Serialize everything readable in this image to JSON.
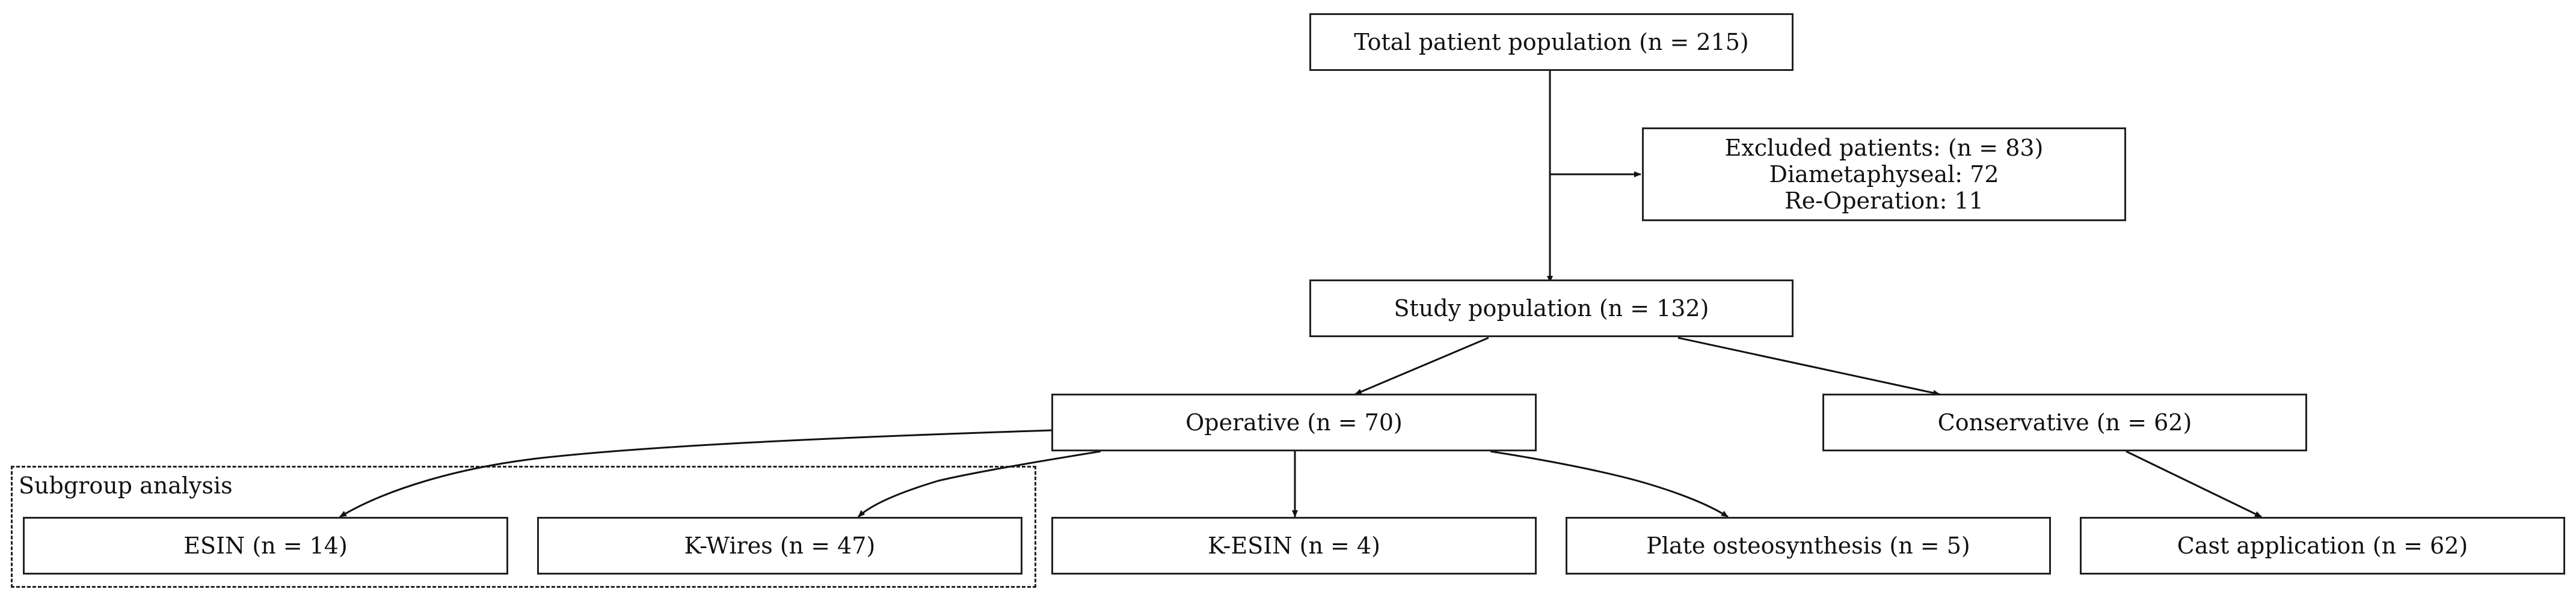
{
  "nodes": {
    "total": {
      "label": "Total patient population (n = 215)"
    },
    "excluded": {
      "lines": [
        "Excluded patients: (n = 83)",
        "Diametaphyseal: 72",
        "Re-Operation: 11"
      ]
    },
    "study": {
      "label": "Study population (n = 132)"
    },
    "operative": {
      "label": "Operative (n = 70)"
    },
    "conservative": {
      "label": "Conservative (n = 62)"
    },
    "esin": {
      "label": "ESIN (n = 14)"
    },
    "kwires": {
      "label": "K-Wires (n = 47)"
    },
    "kesin": {
      "label": "K-ESIN (n = 4)"
    },
    "plate": {
      "label": "Plate osteosynthesis (n = 5)"
    },
    "cast": {
      "label": "Cast application (n = 62)"
    }
  },
  "cluster": {
    "label": "Subgroup analysis"
  },
  "edges": [
    {
      "from": "total",
      "to": "study"
    },
    {
      "from": "total",
      "to": "excluded"
    },
    {
      "from": "study",
      "to": "operative"
    },
    {
      "from": "study",
      "to": "conservative"
    },
    {
      "from": "operative",
      "to": "esin"
    },
    {
      "from": "operative",
      "to": "kwires"
    },
    {
      "from": "operative",
      "to": "kesin"
    },
    {
      "from": "operative",
      "to": "plate"
    },
    {
      "from": "conservative",
      "to": "cast"
    }
  ]
}
